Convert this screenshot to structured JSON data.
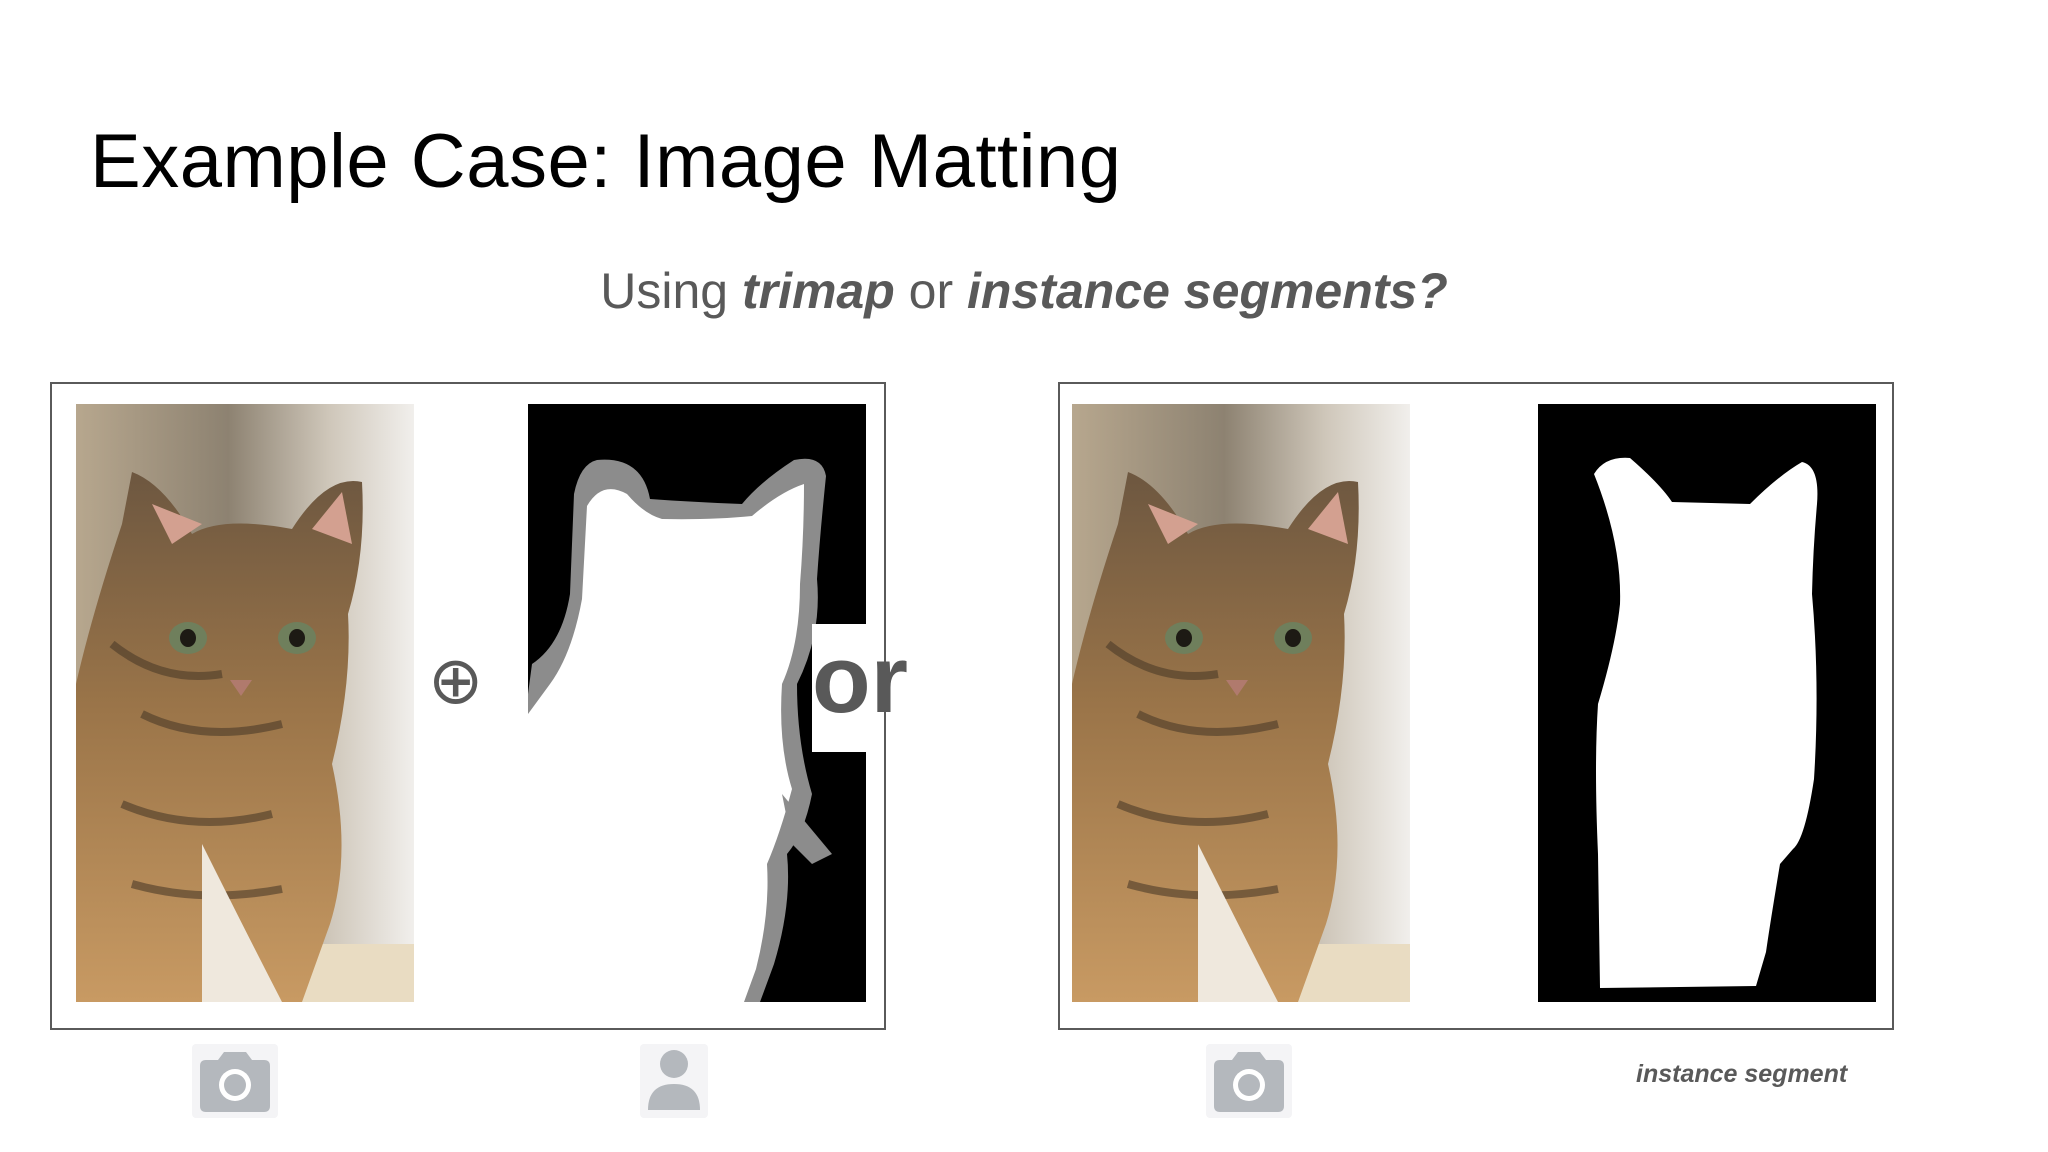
{
  "slide": {
    "title": "Example Case: Image Matting",
    "subtitle": {
      "part1": "Using ",
      "emph1": "trimap",
      "part2": " or ",
      "emph2": "instance segments?"
    }
  },
  "panel_left": {
    "operator_symbol": "⊕",
    "connector_word": "or"
  },
  "captions": {
    "left_photo_icon": "camera-icon",
    "left_trimap_icon": "person-icon",
    "right_photo_icon": "camera-icon",
    "right_segment_label": "instance segment"
  },
  "colors": {
    "text_gray": "#595959",
    "trimap_unknown": "#8c8c8c",
    "icon_gray": "#b4b8bd"
  }
}
